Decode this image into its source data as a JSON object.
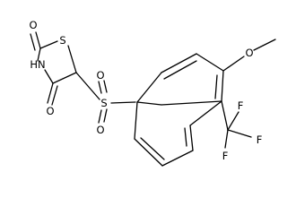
{
  "molecule": {
    "atoms": {
      "o_carbonyl_top": "O",
      "s_ring": "S",
      "nh": "HN",
      "o_carbonyl_bottom": "O",
      "s_sulfonyl": "S",
      "o_sulfonyl_top": "O",
      "o_sulfonyl_bottom": "O",
      "o_methoxy": "O",
      "f_top": "F",
      "f_right": "F",
      "f_bottom": "F"
    }
  }
}
